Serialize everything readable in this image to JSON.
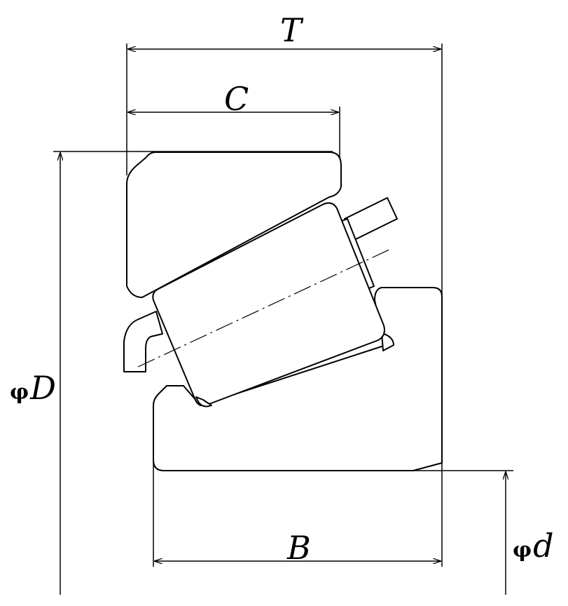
{
  "labels": {
    "T": "T",
    "C": "C",
    "D_phi": "φ",
    "D": "D",
    "B": "B",
    "d_phi": "φ",
    "d": "d"
  },
  "colors": {
    "line": "#000000",
    "background": "#ffffff"
  }
}
